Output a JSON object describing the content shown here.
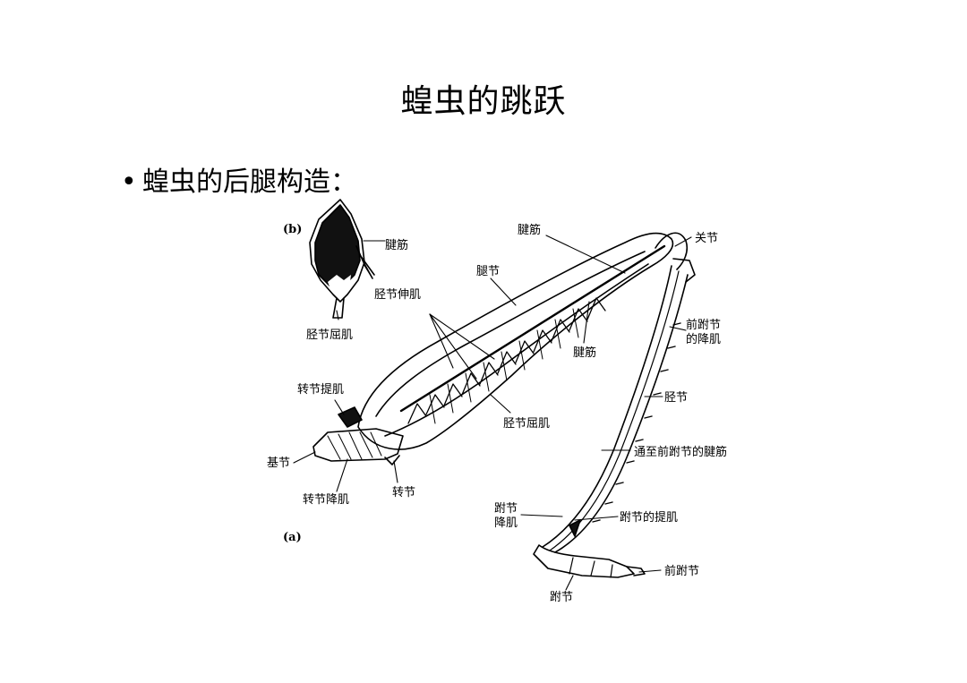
{
  "slide": {
    "title": "蝗虫的跳跃",
    "bullet_symbol": "•",
    "bullet_text": "蝗虫的后腿构造："
  },
  "figure": {
    "labels": {
      "b_marker": "(b)",
      "b_tendon": "腱筋",
      "b_tibia_extensor": "胫节伸肌",
      "b_tibia_flexor": "胫节屈肌",
      "top_tendon": "腱筋",
      "joint": "关节",
      "femur": "腿节",
      "pretarsus_depressor_1": "前跗节",
      "pretarsus_depressor_2": "的降肌",
      "mid_tendon": "腱筋",
      "trochanter_levator": "转节提肌",
      "tibia": "胫节",
      "tibia_flexor": "胫节屈肌",
      "coxa": "基节",
      "tendon_to_pretarsus": "通至前跗节的腱筋",
      "trochanter_depressor": "转节降肌",
      "trochanter": "转节",
      "tarsus_depressor_1": "跗节",
      "tarsus_depressor_2": "降肌",
      "tarsus_levator": "跗节的提肌",
      "a_marker": "(a)",
      "pretarsus": "前跗节",
      "tarsus": "跗节"
    }
  }
}
